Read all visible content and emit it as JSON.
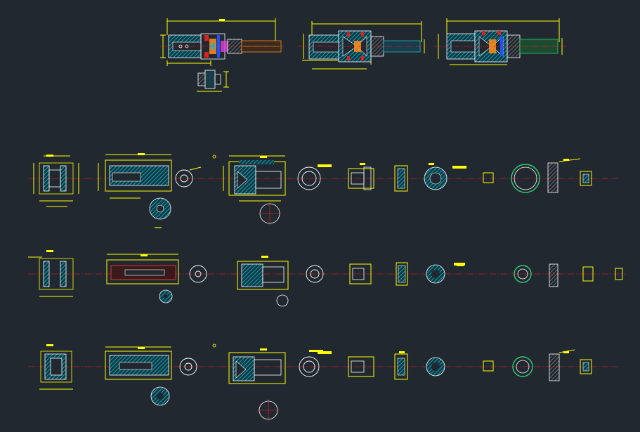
{
  "canvas": {
    "background": "#212830",
    "palette": {
      "dimension": "#ffff00",
      "outline": "#ffffff",
      "centerline": "#ff2020",
      "hatch": "#1fb8c8",
      "accent_red": "#e02020",
      "accent_orange": "#ff8c1a",
      "accent_blue": "#2050ff",
      "accent_magenta": "#e040e0"
    }
  },
  "assemblies": [
    {
      "name": "assembly-view-1"
    },
    {
      "name": "assembly-view-2"
    },
    {
      "name": "assembly-view-3"
    }
  ],
  "part_rows": [
    {
      "name": "part-row-1"
    },
    {
      "name": "part-row-2"
    },
    {
      "name": "part-row-3"
    }
  ]
}
